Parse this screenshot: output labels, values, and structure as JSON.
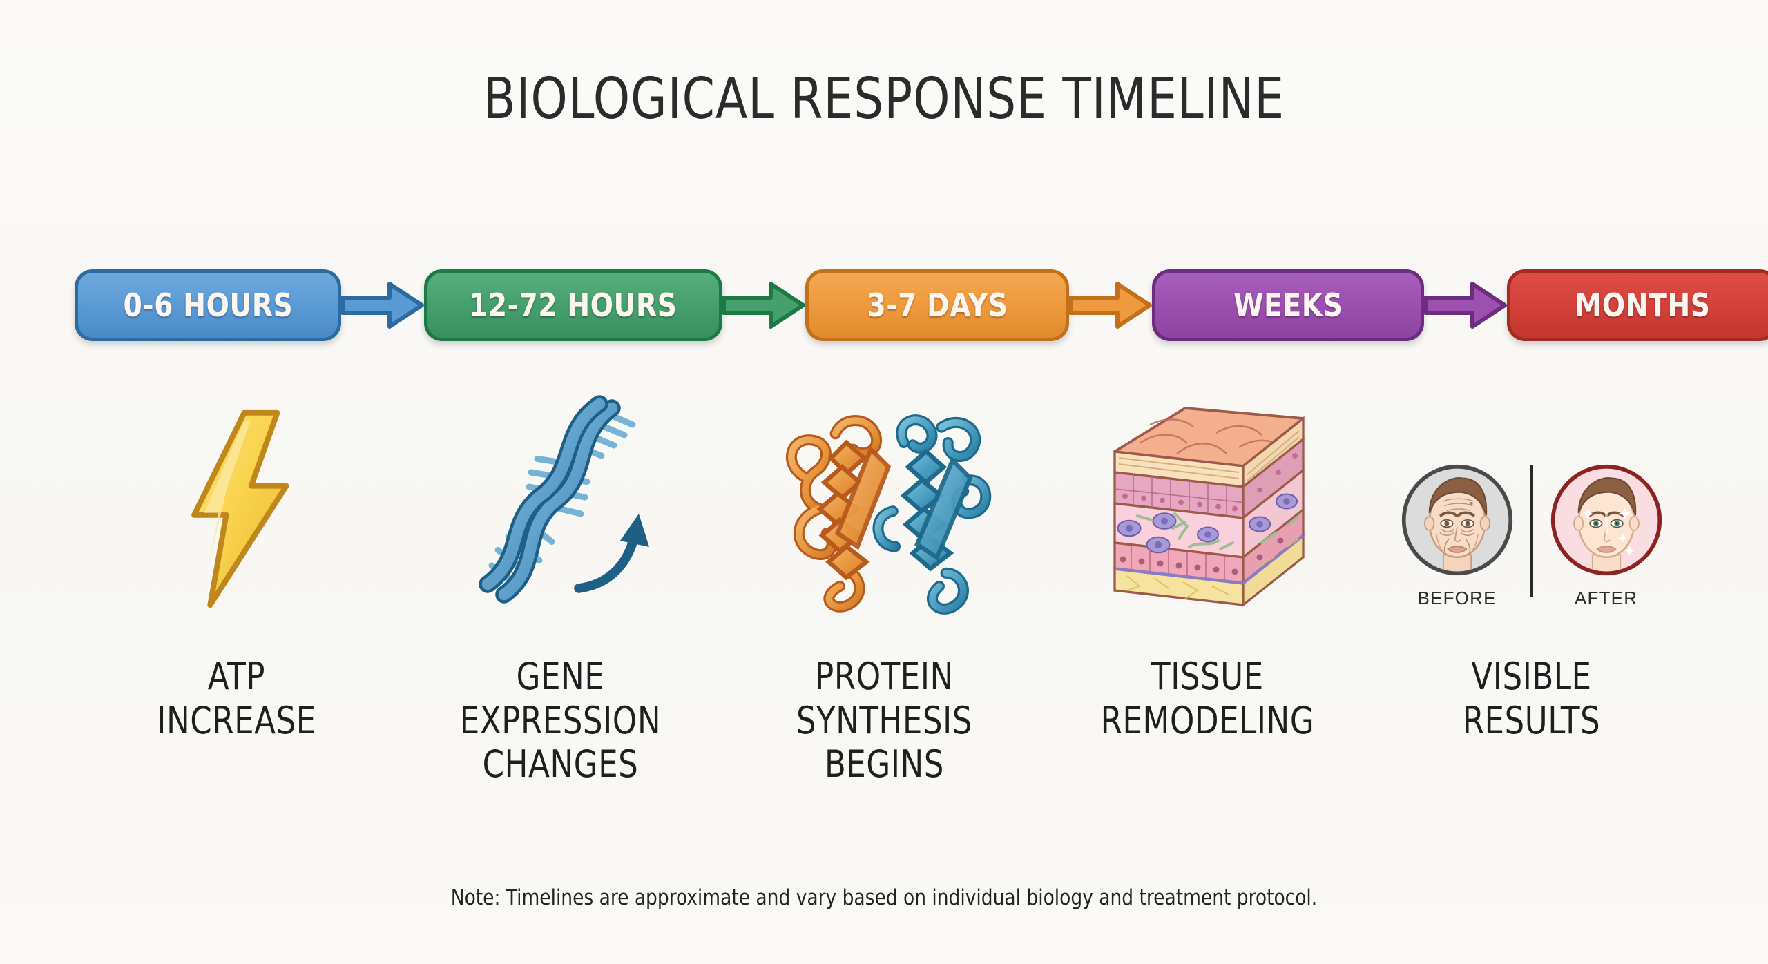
{
  "header": {
    "title": "BIOLOGICAL RESPONSE TIMELINE"
  },
  "colors": {
    "background": "#faf9f7",
    "title_text": "#2b2b2b",
    "stage_blue": "#5b9bd5",
    "stage_blue_border": "#2c6ba0",
    "stage_green": "#46a06e",
    "stage_green_border": "#1d7a46",
    "stage_orange": "#ef9a3e",
    "stage_orange_border": "#c2701a",
    "stage_purple": "#9c50b0",
    "stage_purple_border": "#6b2d7e",
    "stage_red": "#d4413a",
    "stage_red_border": "#a42a23",
    "bolt_fill": "#f8d44c",
    "bolt_stroke": "#c08a1a",
    "dna_blue": "#5b9dc9",
    "dna_blue_dark": "#1d5f85",
    "protein_orange": "#e8963f",
    "protein_orange_dark": "#b85a1c",
    "protein_teal": "#4a9cc0",
    "protein_teal_dark": "#1d6a8c",
    "before_ring": "#4a4a4a",
    "after_ring": "#8e2220",
    "caption_text": "#1f1f1f",
    "footnote_text": "#232323"
  },
  "timeline": {
    "stages": [
      {
        "id": "stage-0-6-hours",
        "badge_label": "0-6 HOURS",
        "badge_color": "#5b9bd5",
        "badge_border": "#2c6ba0",
        "arrow_color": "#5b9bd5",
        "arrow_border": "#2c6ba0",
        "icon_name": "lightning-bolt-icon",
        "caption_lines": [
          "ATP",
          "INCREASE"
        ]
      },
      {
        "id": "stage-12-72-hours",
        "badge_label": "12-72 HOURS",
        "badge_color": "#46a06e",
        "badge_border": "#1d7a46",
        "arrow_color": "#46a06e",
        "arrow_border": "#1d7a46",
        "icon_name": "dna-helix-icon",
        "caption_lines": [
          "GENE",
          "EXPRESSION",
          "CHANGES"
        ]
      },
      {
        "id": "stage-3-7-days",
        "badge_label": "3-7 DAYS",
        "badge_color": "#ef9a3e",
        "badge_border": "#c2701a",
        "arrow_color": "#ef9a3e",
        "arrow_border": "#c2701a",
        "icon_name": "protein-structure-icon",
        "caption_lines": [
          "PROTEIN",
          "SYNTHESIS",
          "BEGINS"
        ]
      },
      {
        "id": "stage-weeks",
        "badge_label": "WEEKS",
        "badge_color": "#9c50b0",
        "badge_border": "#6b2d7e",
        "arrow_color": "#9c50b0",
        "arrow_border": "#6b2d7e",
        "icon_name": "skin-tissue-layers-icon",
        "caption_lines": [
          "TISSUE",
          "REMODELING"
        ]
      },
      {
        "id": "stage-months",
        "badge_label": "MONTHS",
        "badge_color": "#d4413a",
        "badge_border": "#a42a23",
        "arrow_color": null,
        "arrow_border": null,
        "icon_name": "before-after-faces-icon",
        "caption_lines": [
          "VISIBLE",
          "RESULTS"
        ]
      }
    ]
  },
  "before_after": {
    "before_label": "BEFORE",
    "after_label": "AFTER"
  },
  "footer": {
    "note": "Note: Timelines are approximate and vary based on individual biology and treatment protocol."
  }
}
